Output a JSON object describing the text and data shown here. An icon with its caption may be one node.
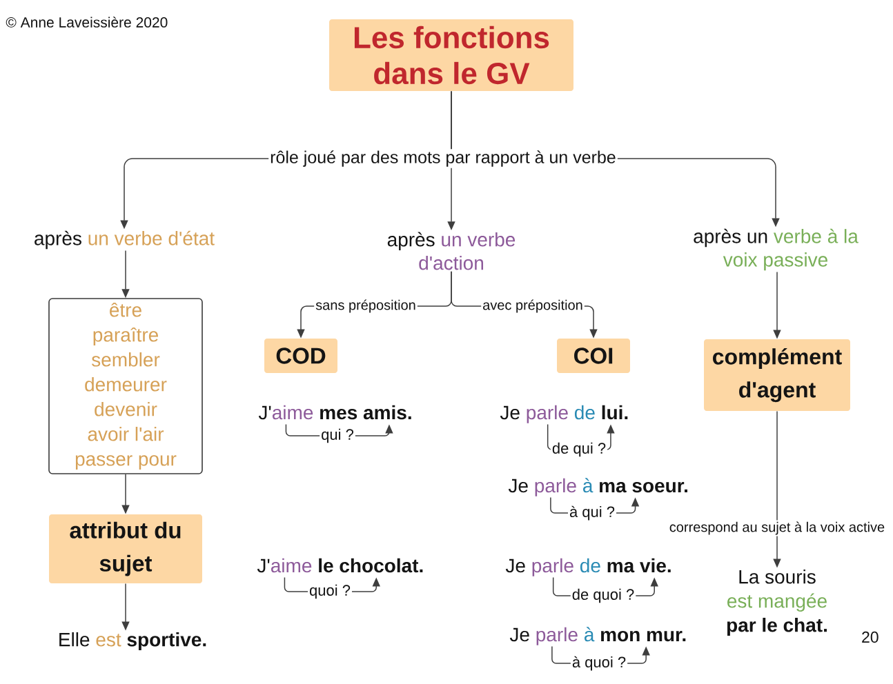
{
  "diagram": {
    "nodes": [
      {
        "text": [
          "Les fonctions dans le GV"
        ]
      },
      {
        "text": [
          "après",
          "un verbe d'état"
        ]
      },
      {
        "text": [
          "après",
          "un verbe d'action"
        ]
      },
      {
        "text": [
          "après un",
          "verbe à la voix passive"
        ]
      },
      {
        "text": [
          "être",
          "paraître",
          "sembler",
          "demeurer",
          "devenir",
          "avoir l'air",
          "passer pour"
        ]
      },
      {
        "text": [
          "COD"
        ]
      },
      {
        "text": [
          "COI"
        ]
      },
      {
        "text": [
          "complément d'agent"
        ]
      },
      {
        "text": [
          "J'",
          "aime"
        ]
      },
      {
        "text": [
          "mes amis."
        ]
      },
      {
        "text": [
          "Je",
          "parle",
          "de"
        ]
      },
      {
        "text": [
          "lui."
        ]
      },
      {
        "text": [
          "Je",
          "parle",
          "à"
        ]
      },
      {
        "text": [
          "ma soeur."
        ]
      },
      {
        "text": [
          "attribut du sujet"
        ]
      },
      {
        "text": [
          "J'",
          "aime"
        ]
      },
      {
        "text": [
          "le chocolat."
        ]
      },
      {
        "text": [
          "Je",
          "parle",
          "de"
        ]
      },
      {
        "text": [
          "ma vie."
        ]
      },
      {
        "text": [
          "La souris",
          "est mangée",
          "par le chat."
        ]
      },
      {
        "text": [
          "Elle",
          "est",
          "sportive."
        ]
      },
      {
        "text": [
          "Je",
          "parle",
          "à"
        ]
      },
      {
        "text": [
          "mon mur."
        ]
      }
    ],
    "edges": [
      {
        "from": 0,
        "to": 1,
        "arrow": "to"
      },
      {
        "from": 0,
        "to": 2,
        "arrow": "to",
        "label": "rôle joué par des mots par rapport à un verbe"
      },
      {
        "from": 0,
        "to": 3,
        "arrow": "to"
      },
      {
        "from": 1,
        "to": 4,
        "arrow": "to"
      },
      {
        "from": 2,
        "to": 5,
        "arrow": "to",
        "label": "sans préposition"
      },
      {
        "from": 2,
        "to": 6,
        "arrow": "to",
        "label": "avec préposition"
      },
      {
        "from": 3,
        "to": 7,
        "arrow": "to"
      },
      {
        "from": 4,
        "to": 14,
        "arrow": "to"
      },
      {
        "from": 14,
        "to": 20,
        "arrow": "to"
      },
      {
        "from": 7,
        "to": 19,
        "arrow": "to",
        "label": "correspond au sujet à la voix active"
      },
      {
        "from": 8,
        "to": 9,
        "arrow": "to",
        "label": "qui ?"
      },
      {
        "from": 10,
        "to": 11,
        "arrow": "to",
        "label": "de qui ?"
      },
      {
        "from": 12,
        "to": 13,
        "arrow": "to",
        "label": "à qui ?"
      },
      {
        "from": 15,
        "to": 16,
        "arrow": "to",
        "label": "quoi ?"
      },
      {
        "from": 17,
        "to": 18,
        "arrow": "to",
        "label": "de quoi ?"
      },
      {
        "from": 21,
        "to": 22,
        "arrow": "to",
        "label": "à quoi ?"
      }
    ],
    "labels": [
      "© Anne Laveissière 2020",
      "20"
    ]
  }
}
